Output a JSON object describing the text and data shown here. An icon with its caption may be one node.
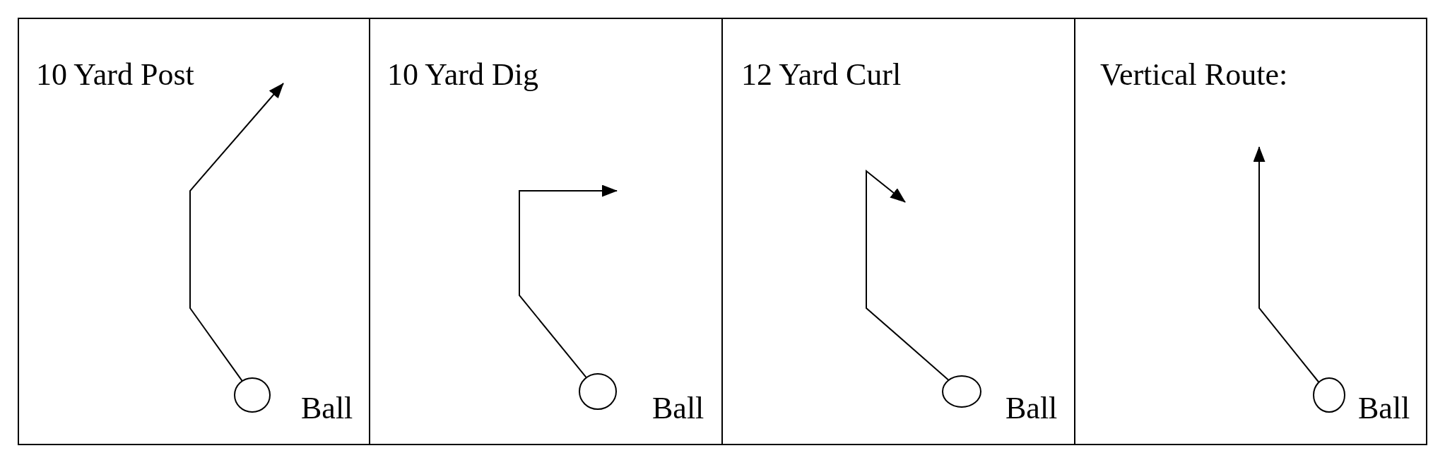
{
  "diagram": {
    "nodes": [
      {
        "text": [
          "10 Yard Post"
        ]
      },
      {
        "text": [],
        "shape": "circle",
        "in": 0,
        "beside": [
          "Ball"
        ]
      },
      {
        "text": [
          "10 Yard Dig"
        ]
      },
      {
        "text": [],
        "shape": "circle",
        "in": 2,
        "beside": [
          "Ball"
        ]
      },
      {
        "text": [
          "12 Yard Curl"
        ]
      },
      {
        "text": [],
        "shape": "circle",
        "in": 4,
        "beside": [
          "Ball"
        ]
      },
      {
        "text": [
          "Vertical Route:"
        ]
      },
      {
        "text": [],
        "shape": "circle",
        "in": 6,
        "beside": [
          "Ball"
        ]
      }
    ],
    "edges": [
      {
        "from": 1,
        "to": null,
        "arrow": "to"
      },
      {
        "from": 3,
        "to": null,
        "arrow": "to"
      },
      {
        "from": 5,
        "to": null,
        "arrow": "to"
      },
      {
        "from": 7,
        "to": null,
        "arrow": "to"
      }
    ]
  }
}
